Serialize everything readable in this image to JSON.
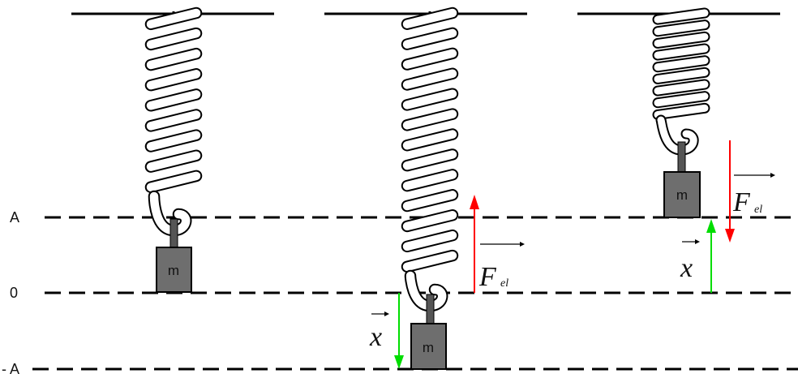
{
  "levels": {
    "top": "A",
    "zero": "0",
    "bottom": "- A"
  },
  "mass_label": "m",
  "force_symbol": "F",
  "force_subscript": "el",
  "displacement_symbol": "x",
  "colors": {
    "line": "#000000",
    "spring_fill": "#ffffff",
    "mass_fill": "#6e6e6e",
    "force_arrow": "#ff0000",
    "displacement_arrow": "#00dd00"
  }
}
